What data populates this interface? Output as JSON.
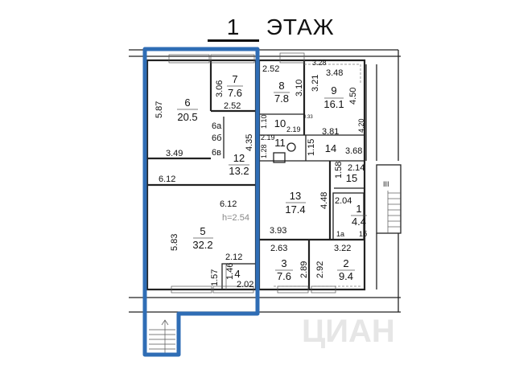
{
  "title": {
    "number": "1",
    "label": "ЭТАЖ"
  },
  "colors": {
    "highlight": "#2f6db5",
    "walls": "#222222",
    "watermark": "#e6e6e6"
  },
  "rooms": {
    "r1": {
      "number": "1",
      "area": "4.4"
    },
    "r1a": {
      "number": "1а"
    },
    "r1b": {
      "number": "1б"
    },
    "r2": {
      "number": "2",
      "area": "9.4"
    },
    "r3": {
      "number": "3",
      "area": "7.6"
    },
    "r4": {
      "number": "4"
    },
    "r5": {
      "number": "5",
      "area": "32.2"
    },
    "r6": {
      "number": "6",
      "area": "20.5"
    },
    "r6a": {
      "number": "6а"
    },
    "r6b": {
      "number": "6б"
    },
    "r6v": {
      "number": "6в"
    },
    "r7": {
      "number": "7",
      "area": "7.6"
    },
    "r8": {
      "number": "8",
      "area": "7.8"
    },
    "r9": {
      "number": "9",
      "area": "16.1"
    },
    "r10": {
      "number": "10"
    },
    "r11": {
      "number": "11"
    },
    "r12": {
      "number": "12",
      "area": "13.2"
    },
    "r13": {
      "number": "13",
      "area": "17.4"
    },
    "r14": {
      "number": "14"
    },
    "r15": {
      "number": "15"
    }
  },
  "dims": {
    "d587": "5.87",
    "d349": "3.49",
    "d306": "3.06",
    "d252a": "2.52",
    "d435": "4.35",
    "d252b": "2.52",
    "d310": "3.10",
    "d328": "3.28",
    "d348": "3.48",
    "d321": "3.21",
    "d450": "4.50",
    "d420": "4.20",
    "d381": "3.81",
    "d110": "1.10",
    "d033": "0.33",
    "d219a": "2.19",
    "d219b": "2.19",
    "d128": "1.28",
    "d115": "1.15",
    "d368": "3.68",
    "d158": "1.58",
    "d214": "2.14",
    "d612a": "6.12",
    "d612b": "6.12",
    "d583": "5.83",
    "d212": "2.12",
    "d157": "1.57",
    "d146": "1.46",
    "d202": "2.02",
    "d393": "3.93",
    "d448": "4.48",
    "d204": "2.04",
    "d263": "2.63",
    "d322": "3.22",
    "d289": "2.89",
    "d292": "2.92"
  },
  "ceiling_height": "h=2.54",
  "stair_label": "III",
  "watermark": "ЦИАН"
}
